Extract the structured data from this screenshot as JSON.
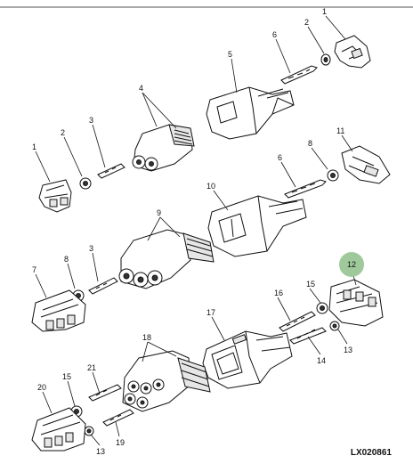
{
  "diagram": {
    "reference_code": "LX020861",
    "highlight_color": "#9fc99a",
    "highlighted_item": "12",
    "callouts": [
      {
        "id": "c1a",
        "label": "1"
      },
      {
        "id": "c2a",
        "label": "2"
      },
      {
        "id": "c6a",
        "label": "6"
      },
      {
        "id": "c5",
        "label": "5"
      },
      {
        "id": "c4",
        "label": "4"
      },
      {
        "id": "c3a",
        "label": "3"
      },
      {
        "id": "c2b",
        "label": "2"
      },
      {
        "id": "c1b",
        "label": "1"
      },
      {
        "id": "c8a",
        "label": "8"
      },
      {
        "id": "c11",
        "label": "11"
      },
      {
        "id": "c6b",
        "label": "6"
      },
      {
        "id": "c10",
        "label": "10"
      },
      {
        "id": "c9",
        "label": "9"
      },
      {
        "id": "c3b",
        "label": "3"
      },
      {
        "id": "c7",
        "label": "7"
      },
      {
        "id": "c8b",
        "label": "8"
      },
      {
        "id": "c12",
        "label": "12"
      },
      {
        "id": "c16",
        "label": "16"
      },
      {
        "id": "c15a",
        "label": "15"
      },
      {
        "id": "c17",
        "label": "17"
      },
      {
        "id": "c13a",
        "label": "13"
      },
      {
        "id": "c14",
        "label": "14"
      },
      {
        "id": "c18",
        "label": "18"
      },
      {
        "id": "c21",
        "label": "21"
      },
      {
        "id": "c15b",
        "label": "15"
      },
      {
        "id": "c20",
        "label": "20"
      },
      {
        "id": "c19",
        "label": "19"
      },
      {
        "id": "c13b",
        "label": "13"
      }
    ]
  }
}
